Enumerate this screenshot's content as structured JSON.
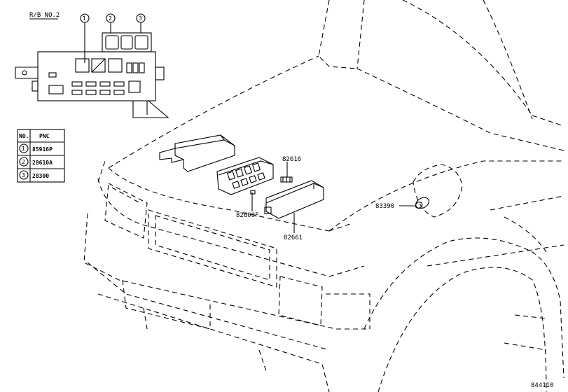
{
  "header": {
    "rb_label": "R/B NO.2",
    "callouts": [
      "1",
      "2",
      "3"
    ]
  },
  "table": {
    "headers": [
      "NO.",
      "PNC"
    ],
    "rows": [
      {
        "no": "1",
        "pnc": "85916P"
      },
      {
        "no": "2",
        "pnc": "28610A"
      },
      {
        "no": "3",
        "pnc": "28300"
      }
    ]
  },
  "part_labels": {
    "p82616": "82616",
    "p82600f": "82600F",
    "p82661": "82661",
    "p83390": "83390"
  },
  "figure_number": "844110"
}
